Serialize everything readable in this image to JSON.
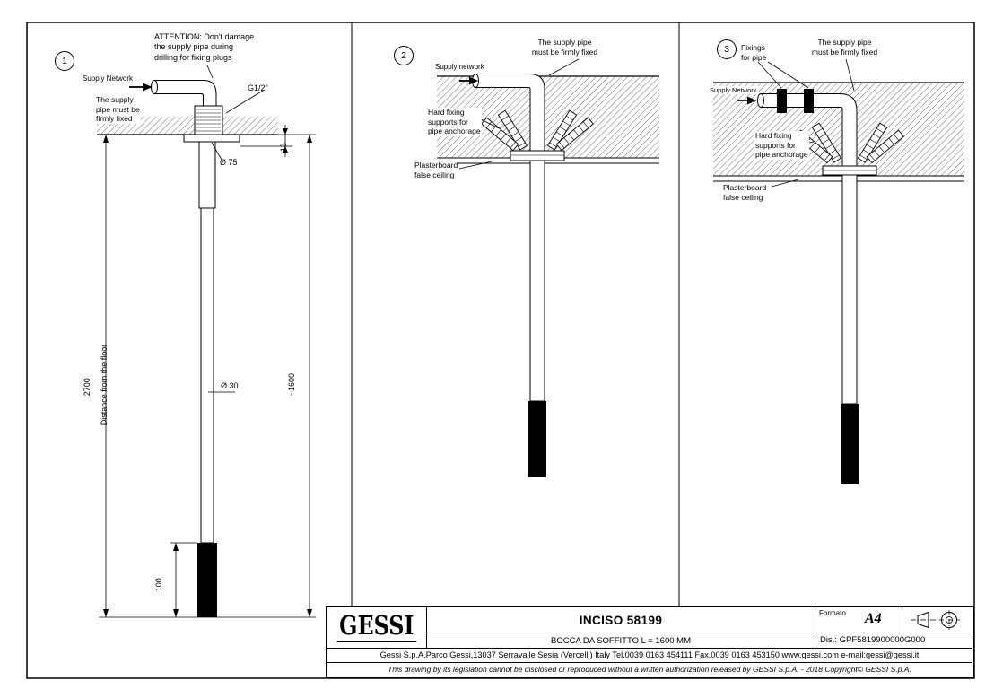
{
  "panel1": {
    "num": "1",
    "attention": "ATTENTION: Don't damage\nthe supply pipe during\ndrilling for fixing plugs",
    "supply_network": "Supply Network",
    "supply_fixed": "The supply\npipe must be\nfirmly fixed",
    "thread": "G1/2\"",
    "dim_13": "13",
    "dim_d75": "Ø 75",
    "dim_d30": "Ø 30",
    "dim_1600": "~1600",
    "dim_2700": "2700",
    "distance_floor": "Distance from the floor",
    "dim_100": "100"
  },
  "panel2": {
    "num": "2",
    "supply_fixed": "The supply pipe\nmust be firmly fixed",
    "supply_network": "Supply network",
    "hard_fixing": "Hard fixing\nsupports for\npipe anchorage",
    "plasterboard": "Plasterboard\nfalse ceiling"
  },
  "panel3": {
    "num": "3",
    "supply_fixed": "The supply pipe\nmust be firmly fixed",
    "fixings": "Fixings\nfor pipe",
    "supply_network": "Supply Network",
    "hard_fixing": "Hard fixing\nsupports for\npipe anchorage",
    "plasterboard": "Plasterboard\nfalse ceiling"
  },
  "titleblock": {
    "logo": "GESSI",
    "title": "INCISO 58199",
    "subtitle": "BOCCA DA SOFFITTO L = 1600 MM",
    "formato_label": "Formato",
    "formato_value": "A4",
    "dis": "Dis.: GPF5819900000G000",
    "address": "Gessi S.p.A.Parco Gessi,13037 Serravalle Sesia (Vercelli) Italy Tel.0039 0163 454111 Fax.0039 0163 453150 www.gessi.com e-mail:gessi@gessi.it",
    "copyright": "This drawing by its legislation cannot be disclosed or reproduced without a written authorization released by GESSI S.p.A. - 2018 Copyright© GESSI S.p.A."
  }
}
